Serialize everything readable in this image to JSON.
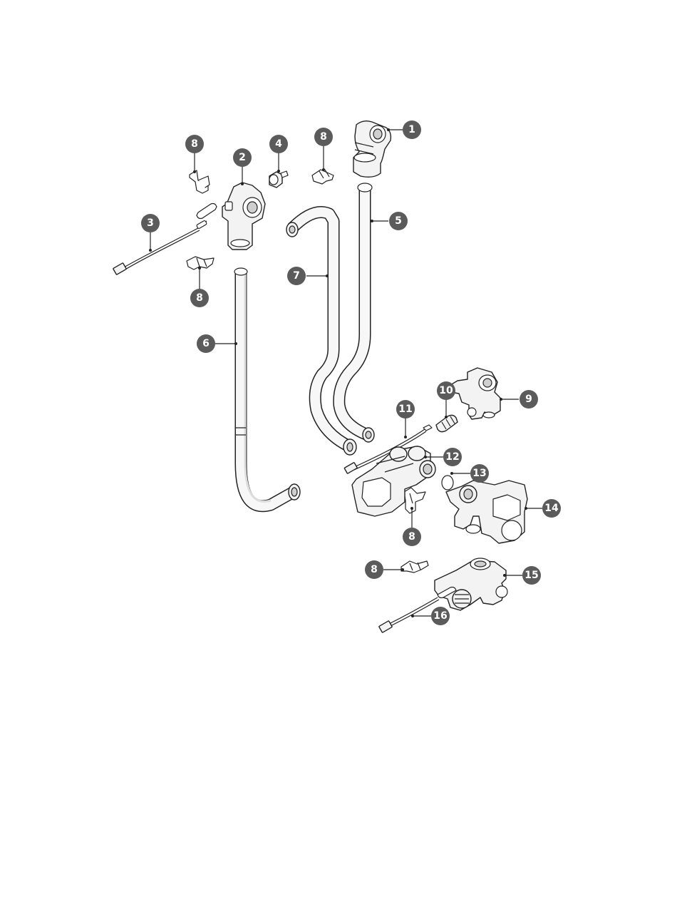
{
  "callouts": [
    {
      "id": "c1",
      "label": "1"
    },
    {
      "id": "c2",
      "label": "2"
    },
    {
      "id": "c3",
      "label": "3"
    },
    {
      "id": "c4",
      "label": "4"
    },
    {
      "id": "c5",
      "label": "5"
    },
    {
      "id": "c6",
      "label": "6"
    },
    {
      "id": "c7",
      "label": "7"
    },
    {
      "id": "c8a",
      "label": "8"
    },
    {
      "id": "c8b",
      "label": "8"
    },
    {
      "id": "c8c",
      "label": "8"
    },
    {
      "id": "c8d",
      "label": "8"
    },
    {
      "id": "c8e",
      "label": "8"
    },
    {
      "id": "c9",
      "label": "9"
    },
    {
      "id": "c10",
      "label": "10"
    },
    {
      "id": "c11",
      "label": "11"
    },
    {
      "id": "c12",
      "label": "12"
    },
    {
      "id": "c13",
      "label": "13"
    },
    {
      "id": "c14",
      "label": "14"
    },
    {
      "id": "c15",
      "label": "15"
    },
    {
      "id": "c16",
      "label": "16"
    }
  ],
  "colors": {
    "callout_fill": "#5b5b5b",
    "line": "#222222",
    "part_fill": "#f3f3f3"
  }
}
